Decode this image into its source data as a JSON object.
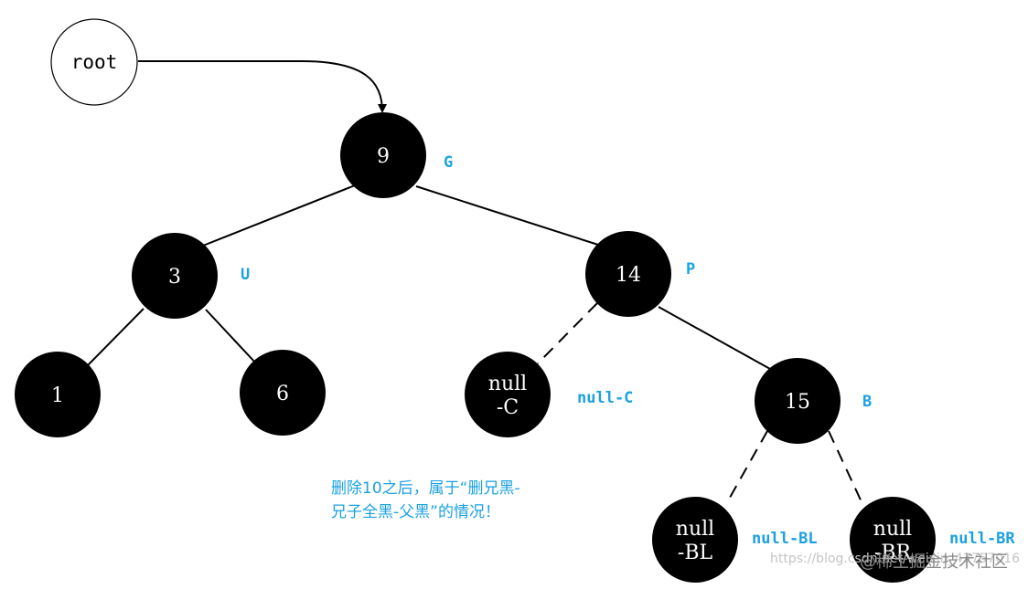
{
  "colors": {
    "node_fill": "#000000",
    "node_text": "#ffffff",
    "root_fill": "#ffffff",
    "accent": "#1ba1e2",
    "edge": "#000000"
  },
  "root": {
    "label": "root"
  },
  "nodes": [
    {
      "id": "n9",
      "lines": [
        "9"
      ]
    },
    {
      "id": "n3",
      "lines": [
        "3"
      ]
    },
    {
      "id": "n14",
      "lines": [
        "14"
      ]
    },
    {
      "id": "n1",
      "lines": [
        "1"
      ]
    },
    {
      "id": "n6",
      "lines": [
        "6"
      ]
    },
    {
      "id": "nC",
      "lines": [
        "null",
        "-C"
      ]
    },
    {
      "id": "n15",
      "lines": [
        "15"
      ]
    },
    {
      "id": "nBL",
      "lines": [
        "null",
        "-BL"
      ]
    },
    {
      "id": "nBR",
      "lines": [
        "null",
        "-BR"
      ]
    }
  ],
  "role_labels": {
    "g": "G",
    "u": "U",
    "p": "P",
    "b": "B",
    "null_c": "null-C",
    "null_bl": "null-BL",
    "null_br": "null-BR"
  },
  "note": {
    "line1": "删除10之后，属于“删兄黑-",
    "line2": "兄子全黑-父黑”的情况！"
  },
  "watermark": {
    "url_text": "https://blog.csdn.net/weixin_43757016",
    "site_text": "@稀土掘金技术社区"
  }
}
